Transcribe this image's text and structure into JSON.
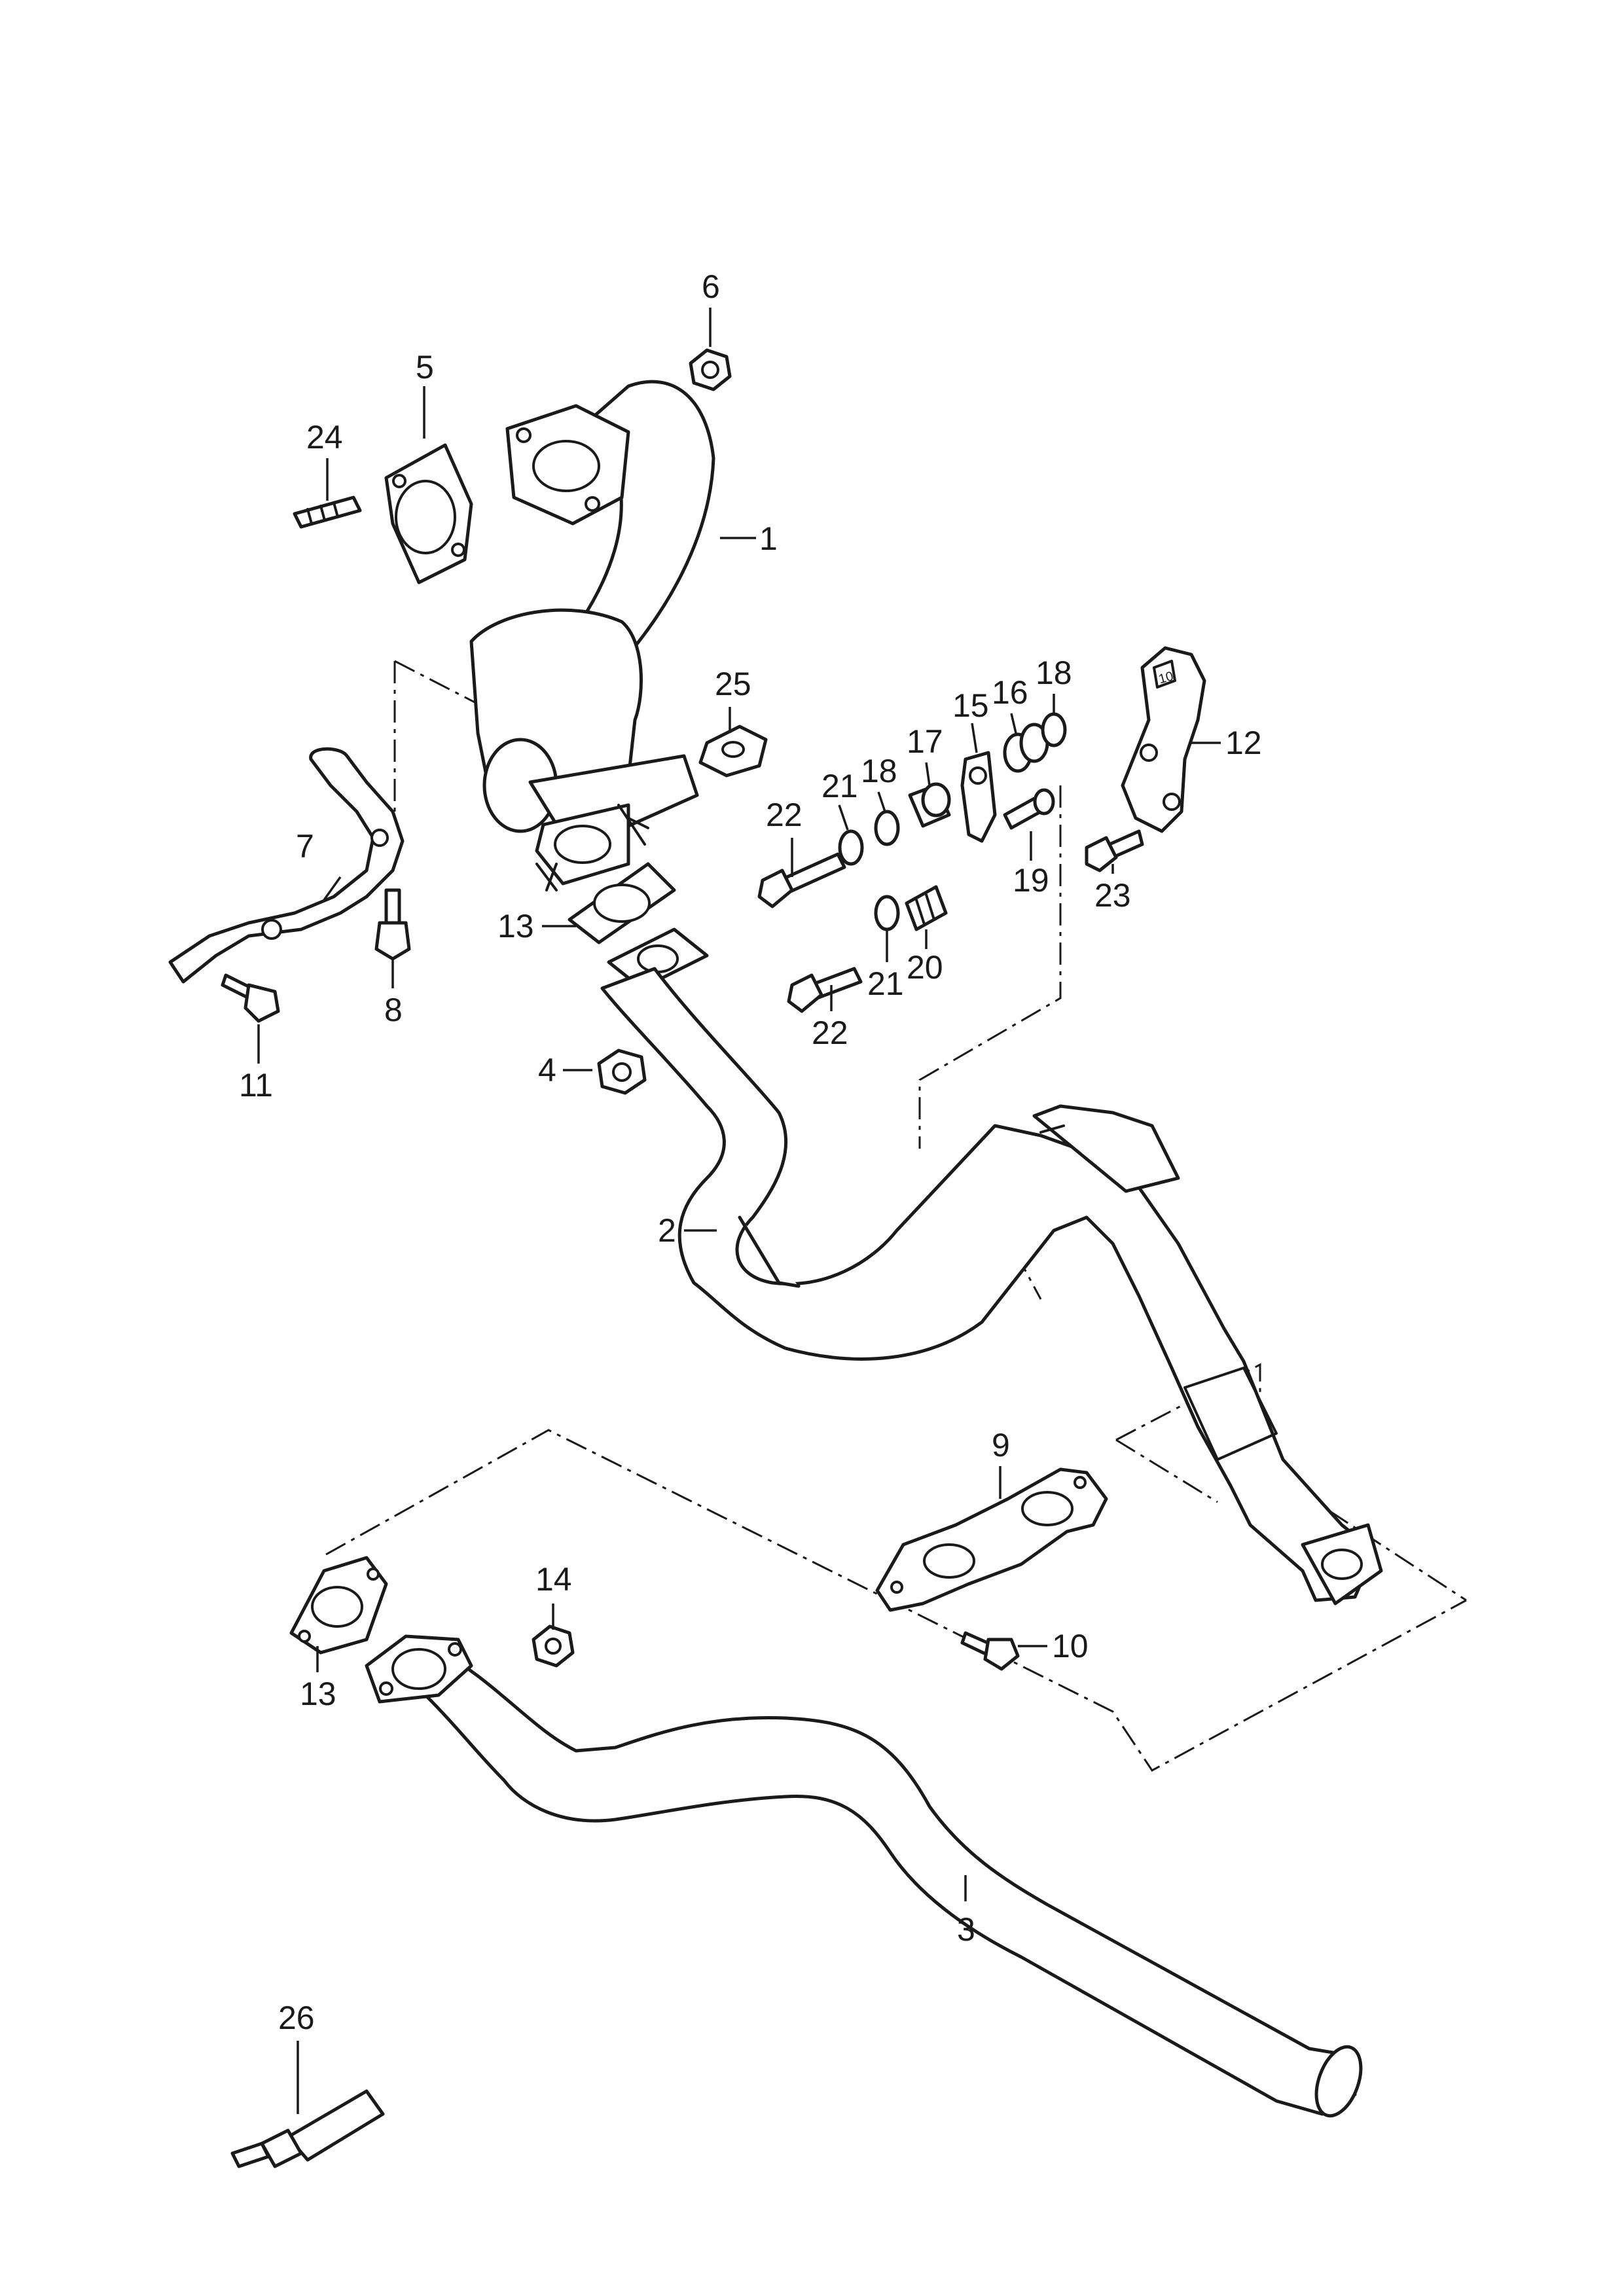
{
  "diagram": {
    "callouts": [
      {
        "id": "c1",
        "label": "1"
      },
      {
        "id": "c2",
        "label": "2"
      },
      {
        "id": "c3",
        "label": "3"
      },
      {
        "id": "c4",
        "label": "4"
      },
      {
        "id": "c5",
        "label": "5"
      },
      {
        "id": "c6",
        "label": "6"
      },
      {
        "id": "c7",
        "label": "7"
      },
      {
        "id": "c8",
        "label": "8"
      },
      {
        "id": "c9",
        "label": "9"
      },
      {
        "id": "c10",
        "label": "10"
      },
      {
        "id": "c11",
        "label": "11"
      },
      {
        "id": "c12",
        "label": "12"
      },
      {
        "id": "c13a",
        "label": "13"
      },
      {
        "id": "c13b",
        "label": "13"
      },
      {
        "id": "c14",
        "label": "14"
      },
      {
        "id": "c15",
        "label": "15"
      },
      {
        "id": "c16",
        "label": "16"
      },
      {
        "id": "c17",
        "label": "17"
      },
      {
        "id": "c18a",
        "label": "18"
      },
      {
        "id": "c18b",
        "label": "18"
      },
      {
        "id": "c19",
        "label": "19"
      },
      {
        "id": "c20",
        "label": "20"
      },
      {
        "id": "c21a",
        "label": "21"
      },
      {
        "id": "c21b",
        "label": "21"
      },
      {
        "id": "c22a",
        "label": "22"
      },
      {
        "id": "c22b",
        "label": "22"
      },
      {
        "id": "c23",
        "label": "23"
      },
      {
        "id": "c24",
        "label": "24"
      },
      {
        "id": "c25",
        "label": "25"
      },
      {
        "id": "c26",
        "label": "26"
      }
    ],
    "bracket_12_stamp": "10"
  }
}
